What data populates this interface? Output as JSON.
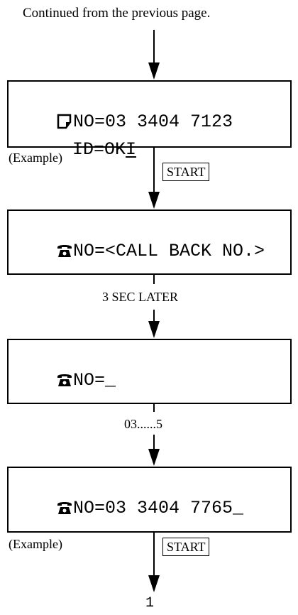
{
  "header": {
    "continued": "Continued from the previous page."
  },
  "screens": [
    {
      "line1_prefix": "NO=",
      "line1_value": "03 3404 7123",
      "line2_prefix": "ID=OK",
      "line2_cursor": "I",
      "icon": "document-icon"
    },
    {
      "line1": "NO=<CALL BACK NO.>",
      "icon": "telephone-icon"
    },
    {
      "line1": "NO=_",
      "icon": "telephone-icon"
    },
    {
      "line1": "NO=03 3404 7765_",
      "icon": "telephone-icon"
    }
  ],
  "labels": {
    "example_1": "(Example)",
    "start_1": "START",
    "later": "3 SEC LATER",
    "digits": "03......5",
    "example_2": "(Example)",
    "start_2": "START",
    "continue_to": "1"
  }
}
